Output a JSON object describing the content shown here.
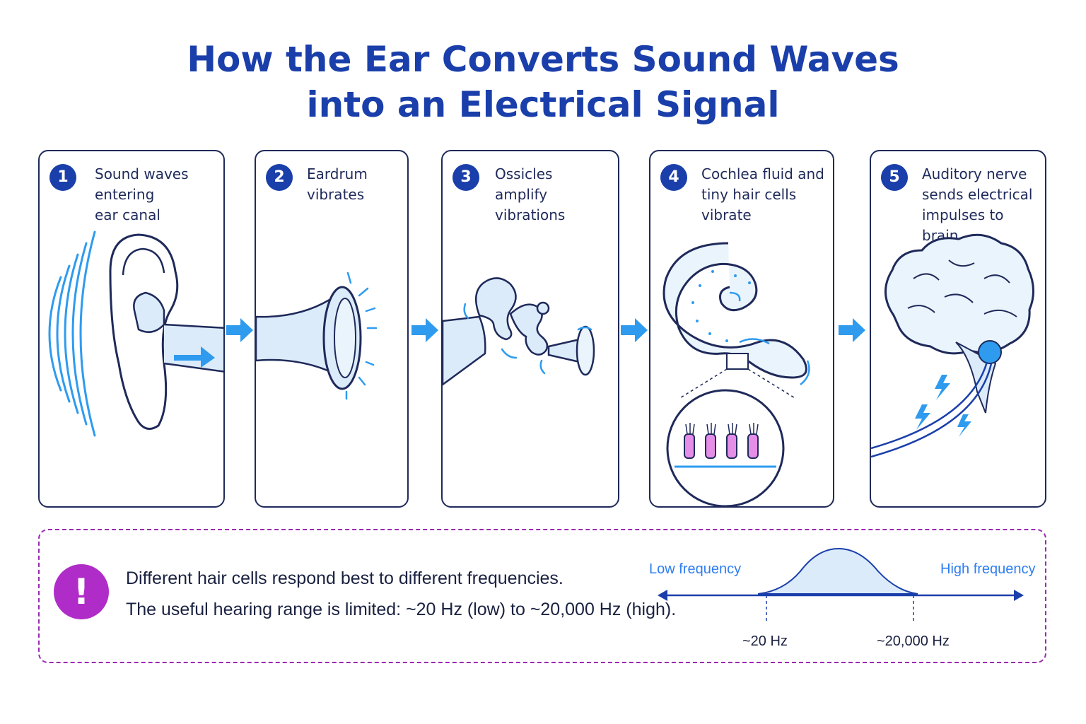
{
  "title": {
    "line1": "How the Ear Converts Sound Waves",
    "line2": "into an Electrical Signal"
  },
  "steps": [
    {
      "number": "1",
      "label": "Sound waves\nentering\near canal",
      "icon": "ear-icon"
    },
    {
      "number": "2",
      "label": "Eardrum\nvibrates",
      "icon": "eardrum-icon"
    },
    {
      "number": "3",
      "label": "Ossicles\namplify\nvibrations",
      "icon": "ossicles-icon"
    },
    {
      "number": "4",
      "label": "Cochlea fluid and\ntiny hair cells\nvibrate",
      "icon": "cochlea-icon"
    },
    {
      "number": "5",
      "label": "Auditory nerve\nsends electrical\nimpulses to brain",
      "icon": "brain-icon"
    }
  ],
  "note": {
    "icon": "exclamation-icon",
    "icon_glyph": "!",
    "line1": "Different hair cells respond best to different frequencies.",
    "line2": "The useful hearing range is limited: ~20 Hz (low) to ~20,000 Hz (high)."
  },
  "frequency_chart": {
    "low_label": "Low frequency",
    "high_label": "High frequency",
    "min_tick": "~20 Hz",
    "max_tick": "~20,000 Hz"
  },
  "colors": {
    "title": "#1a3faa",
    "outline": "#1f2a5a",
    "accent_blue": "#2e9bef",
    "fill_light": "#dcebfa",
    "alert": "#b02cc8",
    "hair_cell": "#e58ee8"
  }
}
